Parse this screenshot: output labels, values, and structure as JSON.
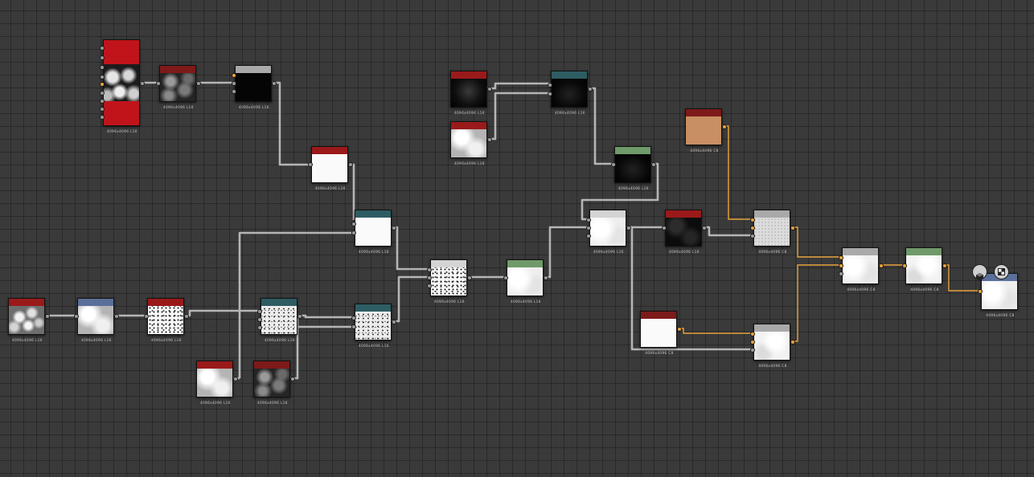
{
  "colors": {
    "canvas": "#3a3a3a",
    "wire_gray": "#b5b5b5",
    "wire_color": "#e8a23c",
    "header_red": "#b01818",
    "header_darkred": "#7e1a1a",
    "header_teal": "#2d5d63",
    "header_green": "#6f9a6a",
    "header_blue": "#5a6f9a",
    "header_gray": "#a9a9a9"
  },
  "toolbar": {
    "icons": [
      "3d-cube-icon",
      "checker-preview-icon"
    ]
  },
  "nodes": [
    {
      "id": "shape-tiles",
      "header": "#c0141a",
      "thumb": "t-blobs",
      "caption": "4096x4096 L16"
    },
    {
      "id": "blur",
      "header": "#7e1a1a",
      "thumb": "t-blobs2",
      "caption": "4096x4096 L16"
    },
    {
      "id": "levels",
      "header": "#a9a9a9",
      "thumb": "t-black",
      "caption": "4096x4096 L16"
    },
    {
      "id": "uniform-a",
      "header": "#9a1a1a",
      "thumb": "t-white",
      "caption": "4096x4096 L16"
    },
    {
      "id": "blend-a",
      "header": "#2d5d63",
      "thumb": "t-white",
      "caption": "4096x4096 L16"
    },
    {
      "id": "noise-src",
      "header": "#9a1a1a",
      "thumb": "t-noise",
      "caption": "4096x4096 L16"
    },
    {
      "id": "warp",
      "header": "#5a6f9a",
      "thumb": "t-gray",
      "caption": "4096x4096 L16"
    },
    {
      "id": "threshold",
      "header": "#9a1a1a",
      "thumb": "t-speck",
      "caption": "4096x4096 L16"
    },
    {
      "id": "blend-b",
      "header": "#2d5d63",
      "thumb": "t-speck2",
      "caption": "4096x4096 L16"
    },
    {
      "id": "gradient-src",
      "header": "#9a1a1a",
      "thumb": "t-gray",
      "caption": "4096x4096 L16"
    },
    {
      "id": "cells-src",
      "header": "#7e1a1a",
      "thumb": "t-blobs2",
      "caption": "4096x4096 L16"
    },
    {
      "id": "blend-c",
      "header": "#2d5d63",
      "thumb": "t-speck2",
      "caption": "4096x4096 L16"
    },
    {
      "id": "blend-d",
      "header": "#d4d4d4",
      "thumb": "t-speck",
      "caption": "4096x4096 L16"
    },
    {
      "id": "levels-b",
      "header": "#6f9a6a",
      "thumb": "t-whiteN",
      "caption": "4096x4096 L16"
    },
    {
      "id": "radial-a",
      "header": "#9a1a1a",
      "thumb": "t-radial",
      "caption": "4096x4096 L16"
    },
    {
      "id": "clouds",
      "header": "#9a1a1a",
      "thumb": "t-gray",
      "caption": "4096x4096 L16"
    },
    {
      "id": "blend-e",
      "header": "#2d5d63",
      "thumb": "t-radial2",
      "caption": "4096x4096 L16"
    },
    {
      "id": "levels-c",
      "header": "#6f9a6a",
      "thumb": "t-radial2",
      "caption": "4096x4096 L16"
    },
    {
      "id": "blend-f",
      "header": "#d4d4d4",
      "thumb": "t-whiteN",
      "caption": "4096x4096 L16"
    },
    {
      "id": "dark-marble",
      "header": "#9a1a1a",
      "thumb": "t-darkMarble",
      "caption": "4096x4096 L16"
    },
    {
      "id": "color-tan",
      "header": "#7e1a1a",
      "thumb": "t-tan",
      "caption": "4096x4096 C8"
    },
    {
      "id": "blend-color",
      "header": "#a9a9a9",
      "thumb": "t-grayTex",
      "caption": "4096x4096 C8"
    },
    {
      "id": "color-white",
      "header": "#7e1a1a",
      "thumb": "t-white",
      "caption": "4096x4096 C8"
    },
    {
      "id": "blend-color-b",
      "header": "#a9a9a9",
      "thumb": "t-whiteN2",
      "caption": "4096x4096 C8"
    },
    {
      "id": "mix",
      "header": "#a9a9a9",
      "thumb": "t-whiteN",
      "caption": "4096x4096 C8"
    },
    {
      "id": "levels-color",
      "header": "#6f9a6a",
      "thumb": "t-whiteN2",
      "caption": "4096x4096 C8"
    },
    {
      "id": "output",
      "header": "#5a6f9a",
      "thumb": "t-whiteN",
      "caption": "4096x4096 C8"
    }
  ]
}
